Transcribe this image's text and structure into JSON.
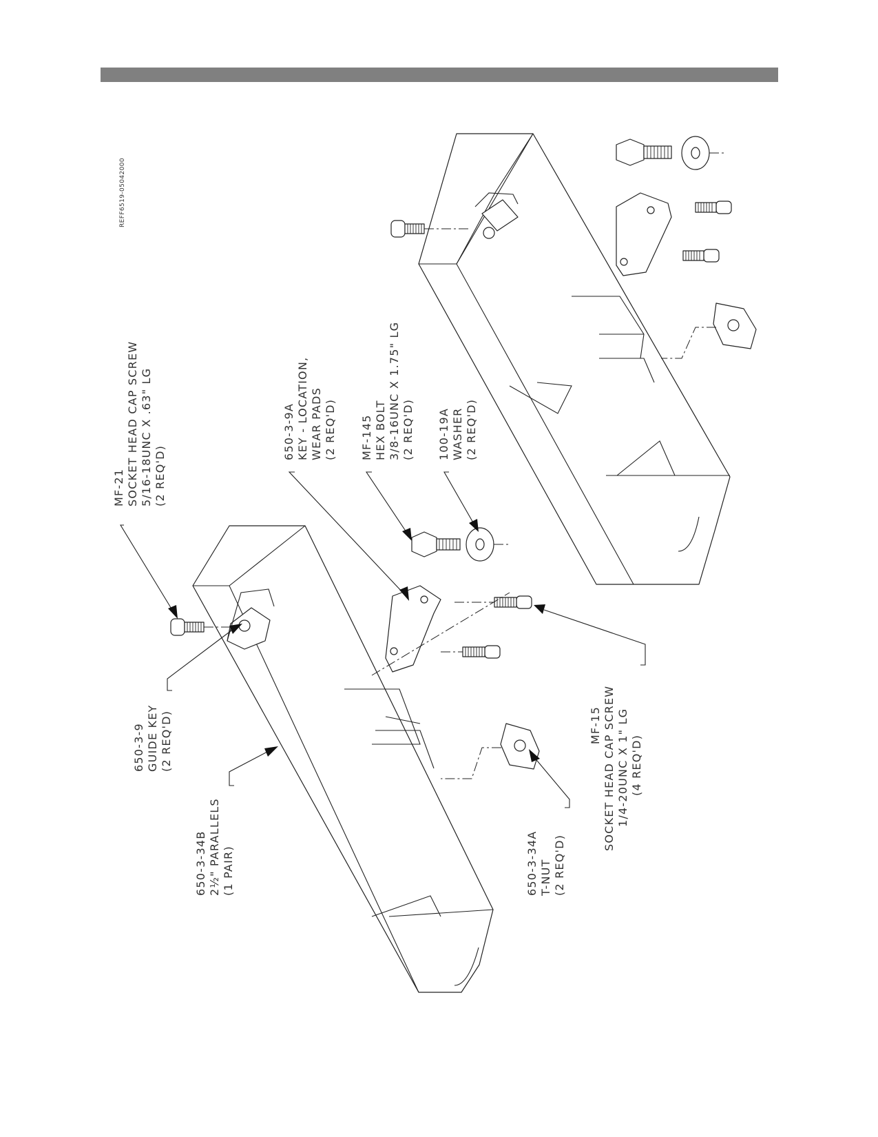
{
  "drawing": {
    "reference_number": "REFF6519-05042000",
    "callouts": [
      {
        "id": "mf21",
        "lines": [
          "MF-21",
          "SOCKET HEAD CAP SCREW",
          "5/16-18UNC X .63\" LG",
          "(2 REQ'D)"
        ]
      },
      {
        "id": "key9a",
        "lines": [
          "650-3-9A",
          "KEY - LOCATION,",
          "WEAR PADS",
          "(2 REQ'D)"
        ]
      },
      {
        "id": "mf145",
        "lines": [
          "MF-145",
          "HEX BOLT",
          "3/8-16UNC X 1.75\" LG",
          "(2 REQ'D)"
        ]
      },
      {
        "id": "washer",
        "lines": [
          "100-19A",
          "WASHER",
          "(2 REQ'D)"
        ]
      },
      {
        "id": "guidekey",
        "lines": [
          "650-3-9",
          "GUIDE KEY",
          "(2 REQ'D)"
        ]
      },
      {
        "id": "parallels",
        "lines": [
          "650-3-34B",
          "2½\" PARALLELS",
          "(1 PAIR)"
        ]
      },
      {
        "id": "tnut",
        "lines": [
          "650-3-34A",
          "T-NUT",
          "(2 REQ'D)"
        ]
      },
      {
        "id": "mf15",
        "lines": [
          "MF-15",
          "SOCKET HEAD CAP SCREW",
          "1/4-20UNC X 1\" LG",
          "(4 REQ'D)"
        ]
      }
    ]
  }
}
